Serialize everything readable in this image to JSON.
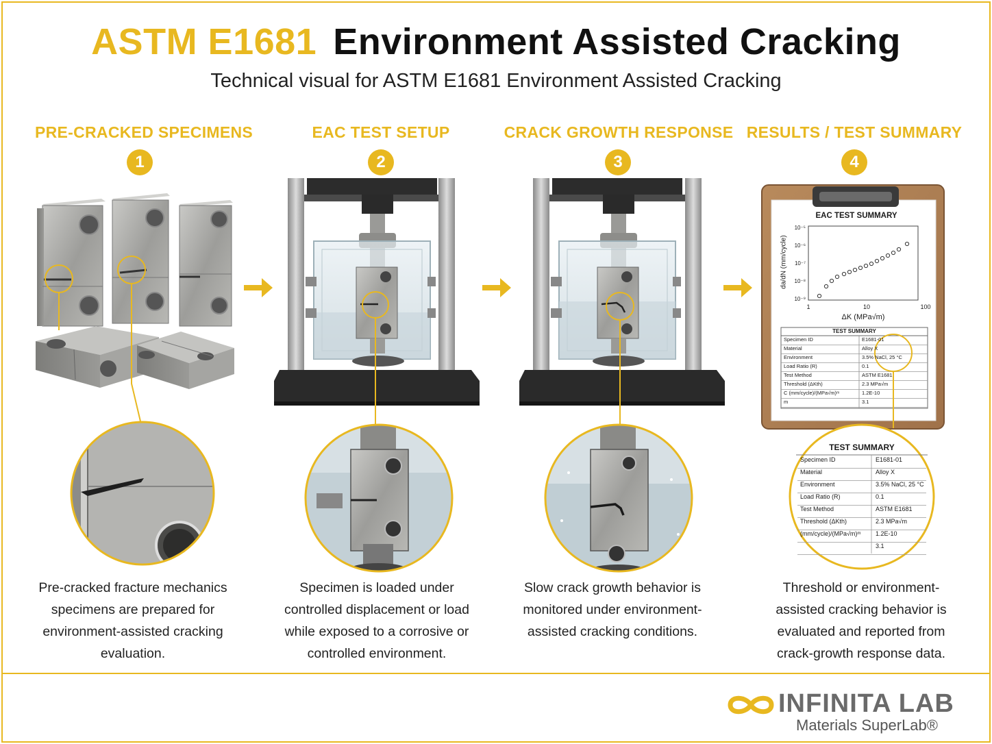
{
  "header": {
    "title_accent": "ASTM E1681",
    "title_main": "Environment Assisted Cracking",
    "subtitle": "Technical visual for ASTM E1681 Environment Assisted Cracking"
  },
  "steps": [
    {
      "number": "1",
      "heading": "PRE-CRACKED SPECIMENS",
      "description": "Pre-cracked fracture mechanics specimens are prepared for environment-assisted cracking evaluation."
    },
    {
      "number": "2",
      "heading": "EAC TEST SETUP",
      "description": "Specimen is loaded under controlled displacement or load while exposed to a corrosive or controlled environment."
    },
    {
      "number": "3",
      "heading": "CRACK GROWTH RESPONSE",
      "description": "Slow crack growth behavior is monitored under environment-assisted cracking conditions."
    },
    {
      "number": "4",
      "heading": "RESULTS / TEST SUMMARY",
      "description": "Threshold or environment-assisted cracking behavior is evaluated and reported from crack-growth response data."
    }
  ],
  "clipboard": {
    "title": "EAC TEST SUMMARY",
    "ylabel": "da/dN (mm/cycle)",
    "xlabel": "ΔK (MPa√m)",
    "yticks": [
      "10⁻⁵",
      "10⁻⁶",
      "10⁻⁷",
      "10⁻⁸",
      "10⁻⁹"
    ],
    "xticks": [
      "1",
      "10",
      "100"
    ],
    "table_title": "TEST SUMMARY",
    "rows": [
      {
        "label": "Specimen ID",
        "value": "E1681-01"
      },
      {
        "label": "Material",
        "value": "Alloy X"
      },
      {
        "label": "Environment",
        "value": "3.5% NaCl, 25 °C"
      },
      {
        "label": "Load Ratio (R)",
        "value": "0.1"
      },
      {
        "label": "Test Method",
        "value": "ASTM E1681"
      },
      {
        "label": "Threshold (ΔKth)",
        "value": "2.3 MPa√m"
      },
      {
        "label": "C (mm/cycle)/(MPa√m)ᵐ",
        "value": "1.2E-10"
      },
      {
        "label": "m",
        "value": "3.1"
      }
    ]
  },
  "zoom_table": {
    "title": "TEST SUMMARY",
    "rows": [
      {
        "label": "Specimen ID",
        "value": "E1681-01"
      },
      {
        "label": "Material",
        "value": "Alloy X"
      },
      {
        "label": "Environment",
        "value": "3.5% NaCl, 25 °C"
      },
      {
        "label": "Load Ratio (R)",
        "value": "0.1"
      },
      {
        "label": "Test Method",
        "value": "ASTM E1681"
      },
      {
        "label": "Threshold (ΔKth)",
        "value": "2.3 MPa√m"
      },
      {
        "label": "(mm/cycle)/(MPa√m)ᵐ",
        "value": "1.2E-10"
      },
      {
        "label": "",
        "value": "3.1"
      }
    ]
  },
  "brand": {
    "name": "INFINITA LAB",
    "tagline": "Materials SuperLab®"
  },
  "colors": {
    "accent": "#e8b820",
    "text": "#1a1a1a",
    "metal": "#a9a9a6"
  }
}
